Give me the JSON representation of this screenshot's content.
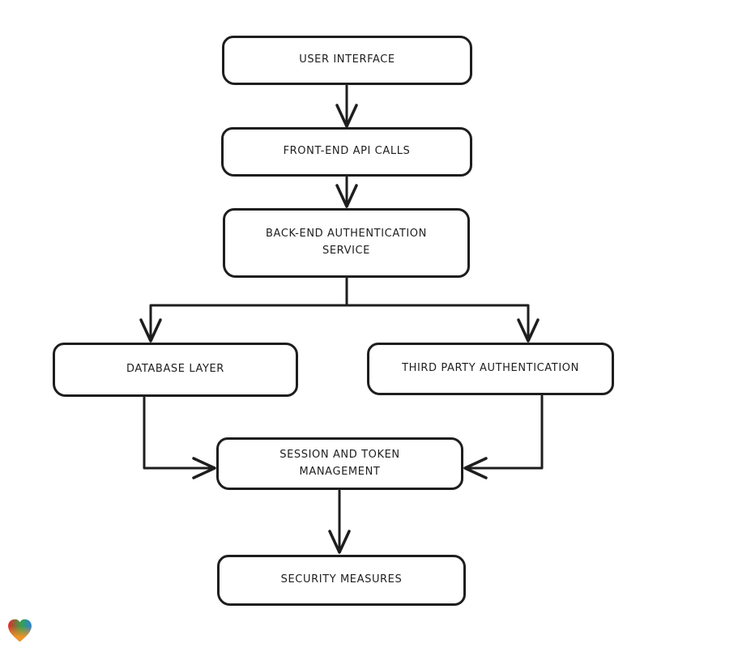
{
  "diagram": {
    "type": "flowchart",
    "colors": {
      "stroke": "#1e1e1e",
      "text": "#1e1e1e",
      "node_fill": "#ffffff",
      "background": "#ffffff"
    },
    "nodes": [
      {
        "id": "user-interface",
        "label": "USER INTERFACE"
      },
      {
        "id": "front-end-api-calls",
        "label": "FRONT-END API CALLS"
      },
      {
        "id": "back-end-authentication-service",
        "label": "BACK-END AUTHENTICATION SERVICE"
      },
      {
        "id": "database-layer",
        "label": "DATABASE LAYER"
      },
      {
        "id": "third-party-authentication",
        "label": "THIRD PARTY AUTHENTICATION"
      },
      {
        "id": "session-and-token-management",
        "label": "SESSION AND TOKEN MANAGEMENT"
      },
      {
        "id": "security-measures",
        "label": "SECURITY MEASURES"
      }
    ],
    "edges": [
      {
        "from": "user-interface",
        "to": "front-end-api-calls"
      },
      {
        "from": "front-end-api-calls",
        "to": "back-end-authentication-service"
      },
      {
        "from": "back-end-authentication-service",
        "to": "database-layer"
      },
      {
        "from": "back-end-authentication-service",
        "to": "third-party-authentication"
      },
      {
        "from": "database-layer",
        "to": "session-and-token-management"
      },
      {
        "from": "third-party-authentication",
        "to": "session-and-token-management"
      },
      {
        "from": "session-and-token-management",
        "to": "security-measures"
      }
    ],
    "watermark": {
      "icon": "heart-logo-icon",
      "gradient": {
        "red": "#e42a28",
        "green": "#33a24c",
        "blue": "#2e7fd8",
        "orange": "#f39326"
      }
    }
  }
}
